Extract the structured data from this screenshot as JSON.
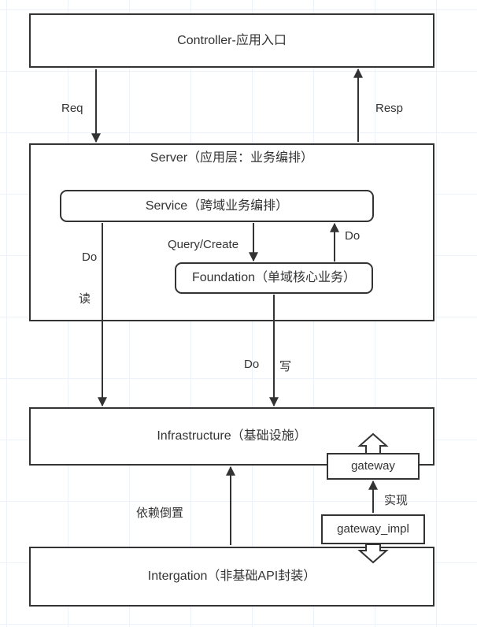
{
  "diagram": {
    "nodes": {
      "controller": "Controller-应用入口",
      "server": "Server（应用层：业务编排）",
      "service": "Service（跨域业务编排）",
      "foundation": "Foundation（单域核心业务）",
      "infrastructure": "Infrastructure（基础设施）",
      "gateway": "gateway",
      "gateway_impl": "gateway_impl",
      "integration": "Intergation（非基础API封装）"
    },
    "edges": {
      "req": "Req",
      "resp": "Resp",
      "query_create": "Query/Create",
      "do_foundation_to_service": "Do",
      "do_service_read": "Do",
      "read": "读",
      "do_write": "Do",
      "write": "写",
      "dependency_inversion": "依赖倒置",
      "implement": "实现"
    },
    "colors": {
      "stroke": "#333333",
      "background": "#ffffff",
      "grid": "#edf2f8"
    }
  }
}
